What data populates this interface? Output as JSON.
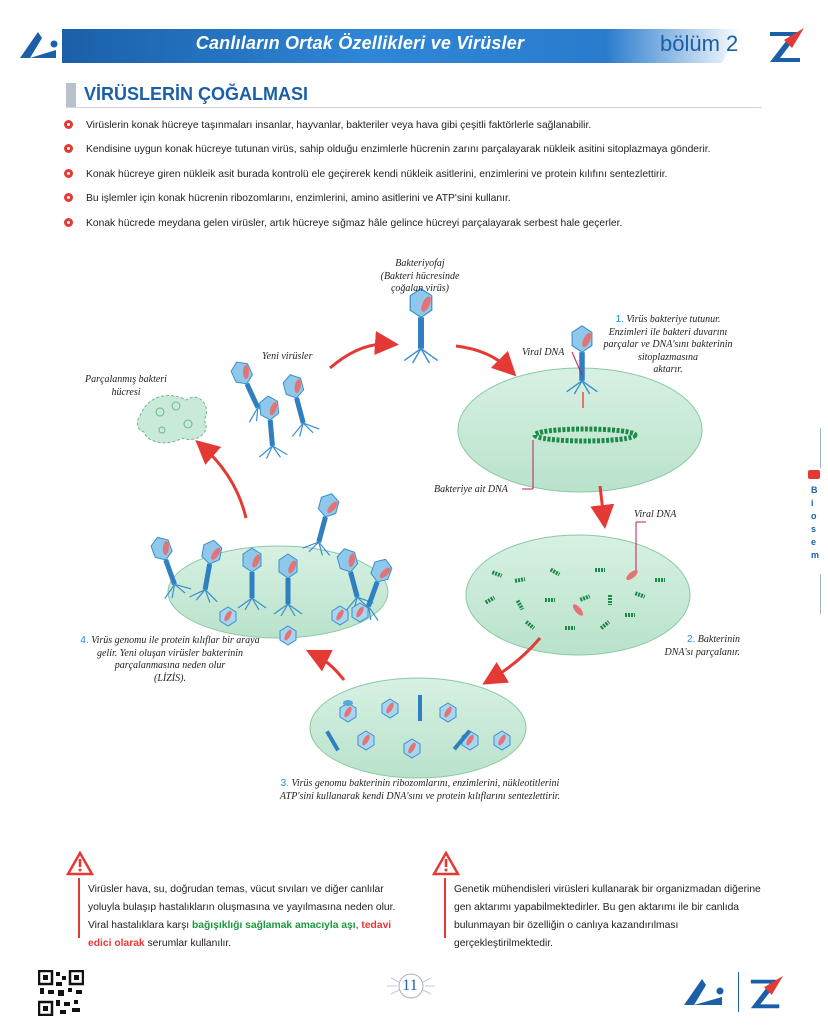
{
  "header": {
    "title": "Canlıların Ortak Özellikleri ve Virüsler",
    "chapter": "bölüm 2"
  },
  "section": {
    "title": "VİRÜSLERİN ÇOĞALMASI"
  },
  "bullets": [
    "Virüslerin konak hücreye taşınmaları insanlar, hayvanlar, bakteriler veya hava gibi çeşitli faktörlerle sağlanabilir.",
    "Kendisine uygun konak hücreye tutunan virüs, sahip olduğu enzimlerle hücrenin zarını parçalayarak nükleik asitini sitoplazmaya gönderir.",
    "Konak hücreye giren nükleik asit burada kontrolü ele geçirerek kendi nükleik asitlerini, enzimlerini ve protein kılıfını sentezlettirir.",
    "Bu işlemler için konak hücrenin ribozomlarını, enzimlerini, amino asitlerini ve ATP'sini kullanır.",
    "Konak hücrede meydana gelen virüsler, artık hücreye sığmaz hâle gelince hücreyi parçalayarak serbest hale geçerler."
  ],
  "diagram": {
    "bacteriophage_label": [
      "Bakteriyofaj",
      "(Bakteri hücresinde",
      "çoğalan virüs)"
    ],
    "new_viruses_label": "Yeni virüsler",
    "fragmented_label": [
      "Parçalanmış bakteri",
      "hücresi"
    ],
    "step1": {
      "num": "1.",
      "lines": [
        "Virüs bakteriye tutunur.",
        "Enzimleri ile bakteri duvarını",
        "parçalar ve DNA'sını bakterinin",
        "sitoplazmasına",
        "aktarır."
      ]
    },
    "viral_dna_label_1": "Viral DNA",
    "bacterial_dna_label": "Bakteriye ait DNA",
    "viral_dna_label_2": "Viral DNA",
    "step2": {
      "num": "2.",
      "lines": [
        "Bakterinin",
        "DNA'sı parçalanır."
      ]
    },
    "step3": {
      "num": "3.",
      "lines": [
        "Virüs genomu bakterinin ribozomlarını, enzimlerini, nükleotitlerini",
        "ATP'sini kullanarak kendi DNA'sını ve protein kılıflarını sentezlettirir."
      ]
    },
    "step4": {
      "num": "4.",
      "lines": [
        "Virüs genomu ile protein kılıflar bir araya",
        "gelir. Yeni oluşan virüsler bakterinin",
        "parçalanmasına neden olur",
        "(LİZİS)."
      ]
    }
  },
  "side_tab": {
    "letters": [
      "B",
      "i",
      "o",
      "s",
      "e",
      "m"
    ]
  },
  "warning_left": {
    "text_before": "Virüsler hava, su, doğrudan temas, vücut sıvıları ve diğer canlılar yoluyla bulaşıp hastalıkların oluşmasına ve yayılmasına neden olur. Viral hastalıklara karşı ",
    "green": "bağışıklığı sağlamak amacıyla aşı",
    "sep": ", ",
    "red": "tedavi edici olarak",
    "text_after": " serumlar kullanılır."
  },
  "warning_right": {
    "text": "Genetik mühendisleri virüsleri kullanarak bir organizmadan diğerine gen aktarımı yapabilmektedirler. Bu gen aktarımı ile bir canlıda bulunmayan bir özelliğin o canlıya kazandırılması gerçekleştirilmektedir."
  },
  "footer": {
    "page_number": "11"
  },
  "colors": {
    "brand_blue": "#1b5fa8",
    "accent_red": "#e53935",
    "cell_green": "#c9ead8",
    "dna_green": "#1e8a4a"
  }
}
